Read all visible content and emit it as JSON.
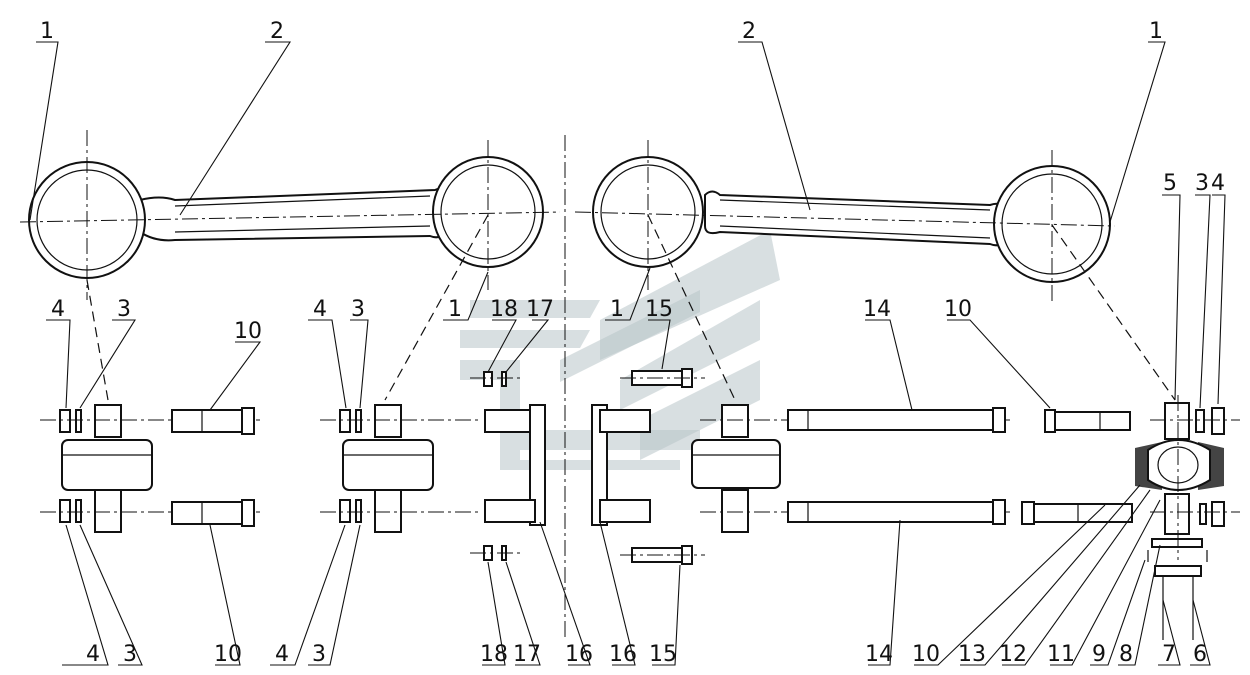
{
  "callouts": [
    {
      "id": "c1",
      "text": "1"
    },
    {
      "id": "c2",
      "text": "2"
    },
    {
      "id": "c3",
      "text": "2"
    },
    {
      "id": "c4",
      "text": "1"
    },
    {
      "id": "c5",
      "text": "5"
    },
    {
      "id": "c6",
      "text": "3"
    },
    {
      "id": "c7",
      "text": "4"
    },
    {
      "id": "c8",
      "text": "4"
    },
    {
      "id": "c9",
      "text": "3"
    },
    {
      "id": "c10",
      "text": "10"
    },
    {
      "id": "c11",
      "text": "4"
    },
    {
      "id": "c12",
      "text": "3"
    },
    {
      "id": "c13",
      "text": "1"
    },
    {
      "id": "c14",
      "text": "18"
    },
    {
      "id": "c15",
      "text": "17"
    },
    {
      "id": "c16",
      "text": "1"
    },
    {
      "id": "c17",
      "text": "15"
    },
    {
      "id": "c18",
      "text": "14"
    },
    {
      "id": "c19",
      "text": "10"
    },
    {
      "id": "c20",
      "text": "4"
    },
    {
      "id": "c21",
      "text": "3"
    },
    {
      "id": "c22",
      "text": "10"
    },
    {
      "id": "c23",
      "text": "4"
    },
    {
      "id": "c24",
      "text": "3"
    },
    {
      "id": "c25",
      "text": "18"
    },
    {
      "id": "c26",
      "text": "17"
    },
    {
      "id": "c27",
      "text": "16"
    },
    {
      "id": "c28",
      "text": "16"
    },
    {
      "id": "c29",
      "text": "15"
    },
    {
      "id": "c30",
      "text": "14"
    },
    {
      "id": "c31",
      "text": "10"
    },
    {
      "id": "c32",
      "text": "13"
    },
    {
      "id": "c33",
      "text": "12"
    },
    {
      "id": "c34",
      "text": "11"
    },
    {
      "id": "c35",
      "text": "9"
    },
    {
      "id": "c36",
      "text": "8"
    },
    {
      "id": "c37",
      "text": "7"
    },
    {
      "id": "c38",
      "text": "6"
    }
  ]
}
